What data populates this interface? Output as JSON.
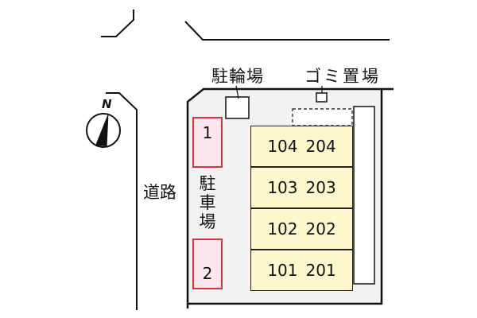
{
  "labels": {
    "bicycle_parking": "駐輪場",
    "trash_area": "ゴミ置場",
    "road": "道路",
    "parking": "駐車場"
  },
  "compass": {
    "direction": "N",
    "icon": "north-arrow-icon"
  },
  "parking_spaces": [
    {
      "number": "1"
    },
    {
      "number": "2"
    }
  ],
  "units": [
    {
      "first_floor": "104",
      "second_floor": "204"
    },
    {
      "first_floor": "103",
      "second_floor": "203"
    },
    {
      "first_floor": "102",
      "second_floor": "202"
    },
    {
      "first_floor": "101",
      "second_floor": "201"
    }
  ],
  "colors": {
    "lot_fill": "#f2f2f2",
    "unit_fill": "#fdf7cd",
    "parking_fill": "#fde6ee",
    "parking_border": "#d8343c",
    "line": "#111111"
  }
}
